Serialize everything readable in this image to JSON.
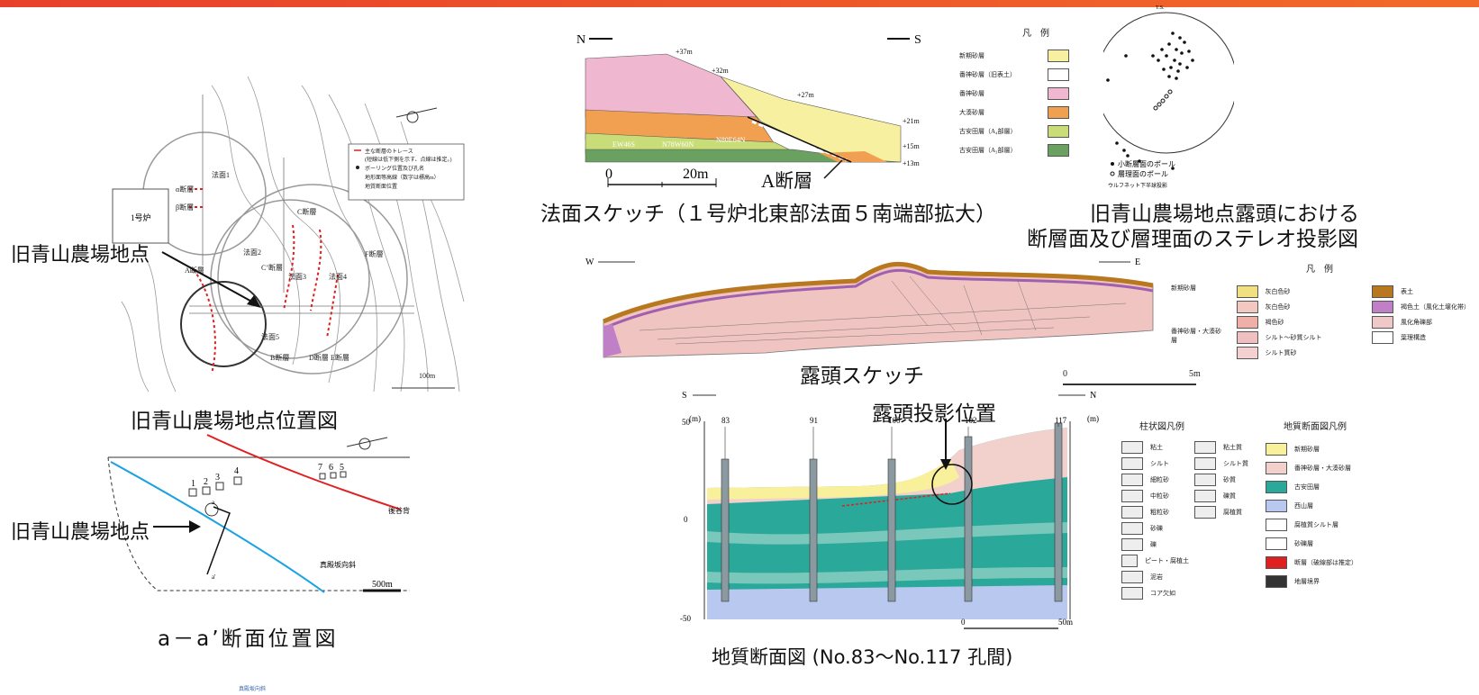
{
  "colors": {
    "accent_bar": "#ee5529",
    "fault_red": "#e02020",
    "cyan_line": "#1aa3e0"
  },
  "captions": {
    "location_map": "旧青山農場地点位置図",
    "section_location": "a－a’断面位置図",
    "slope_sketch": "法面スケッチ（１号炉北東部法面５南端部拡大）",
    "stereo": "旧青山農場地点露頭における",
    "stereo_line2": "断層面及び層理面のステレオ投影図",
    "outcrop_sketch": "露頭スケッチ",
    "geo_section": "地質断面図 (No.83～No.117 孔間)",
    "footer_tiny": "真殿坂向斜"
  },
  "callouts": {
    "site_upper": "旧青山農場地点",
    "site_lower": "旧青山農場地点",
    "fault_a": "A断層",
    "outcrop_proj": "露頭投影位置"
  },
  "location_map": {
    "labels": {
      "reactor": "1号炉",
      "slope1": "法面1",
      "slope2": "法面2",
      "slope3": "法面3",
      "slope4": "法面4",
      "slope5": "法面5",
      "alpha": "α断層",
      "beta": "β断層",
      "c_fault": "C断層",
      "c2_fault": "C’断層",
      "a_fault": "A断層",
      "b_fault": "B断層",
      "d_fault": "D断層",
      "e_fault": "E断層",
      "f_fault": "F断層",
      "scale": "100m"
    },
    "legend": [
      "主な断層のトレース",
      "(短線は低下側を示す、点線は推定。)",
      "ボーリング位置及び孔名",
      "地形面等高線（数字は標高m）",
      "地質断面位置"
    ]
  },
  "section_map": {
    "boreholes": [
      "1",
      "2",
      "3",
      "4",
      "7",
      "6",
      "5"
    ],
    "labels": {
      "a": "a",
      "a2": "a'",
      "anticline": "後谷背斜",
      "syncline": "真殿坂向斜",
      "scale": "500m"
    }
  },
  "slope_sketch": {
    "dir_n": "N",
    "dir_s": "S",
    "elevations": [
      "+37m",
      "+32m",
      "+27m",
      "+21m",
      "+15m",
      "+13m"
    ],
    "strikes": [
      "EW46S",
      "N78W60N",
      "N80E64N"
    ],
    "scale_0": "0",
    "scale_20": "20m",
    "legend_title": "凡　例",
    "legend": [
      {
        "label": "新期砂層",
        "color": "#f7f0a0"
      },
      {
        "label": "番神砂層（旧表土）",
        "color": "#ffffff"
      },
      {
        "label": "番神砂層",
        "color": "#f0b8d0"
      },
      {
        "label": "大湊砂層",
        "color": "#f0a050"
      },
      {
        "label": "古安田層（A₄部層）",
        "color": "#c8dc78"
      },
      {
        "label": "古安田層（A₃部層）",
        "color": "#6aa060"
      }
    ]
  },
  "stereo": {
    "north": "T.S.",
    "legend": [
      "小断層面のポール",
      "層理面のポール"
    ],
    "note": "ウルフネット下半球投影"
  },
  "outcrop": {
    "dir_w": "W",
    "dir_e": "E",
    "legend_title": "凡　例",
    "groups": {
      "new_sand": "新期砂層",
      "bansin": "番神砂層・大湊砂層"
    },
    "legend_left": [
      {
        "label": "灰白色砂",
        "color": "#f0e080"
      },
      {
        "label": "灰白色砂",
        "color": "#f2c8c0"
      },
      {
        "label": "褐色砂",
        "color": "#eeb0a8"
      },
      {
        "label": "シルト～砂質シルト",
        "color": "#f0c0c0"
      },
      {
        "label": "シルト質砂",
        "color": "#f4d0d0"
      }
    ],
    "legend_right": [
      {
        "label": "表土",
        "color": "#b87820"
      },
      {
        "label": "褐色土（風化土壌化帯）",
        "color": "#c080c8"
      },
      {
        "label": "風化角礫部",
        "color": "#f0c8c8"
      },
      {
        "label": "葉理構造",
        "color": "#ffffff"
      }
    ],
    "scale_0": "0",
    "scale_5": "5m"
  },
  "geo_section": {
    "dir_s": "S",
    "dir_n": "N",
    "y_unit": "(m)",
    "y_ticks": [
      "50",
      "0",
      "-50"
    ],
    "holes": [
      "83",
      "91",
      "100",
      "102",
      "117"
    ],
    "scale_0": "0",
    "scale_50": "50m",
    "legend_col_title": "柱状図凡例",
    "legend_col": [
      "粘土",
      "シルト",
      "細粒砂",
      "中粒砂",
      "粗粒砂",
      "砂礫",
      "礫",
      "ピート・腐植土",
      "泥岩",
      "コア欠如",
      "粘土質",
      "シルト質",
      "砂質",
      "礫質",
      "腐植質"
    ],
    "legend_geo_title": "地質断面図凡例",
    "legend_geo": [
      {
        "label": "新期砂層",
        "color": "#f8f09a"
      },
      {
        "label": "番神砂層・大湊砂層",
        "color": "#f2d0cc"
      },
      {
        "label": "古安田層",
        "color": "#2aa89a"
      },
      {
        "label": "西山層",
        "color": "#b8c8ee"
      },
      {
        "label": "腐植質シルト層",
        "color": "#ffffff"
      },
      {
        "label": "砂礫層",
        "color": "#ffffff"
      },
      {
        "label": "断層（破線部は推定）",
        "color": "#e02020"
      },
      {
        "label": "地層境界",
        "color": "#333333"
      }
    ]
  }
}
